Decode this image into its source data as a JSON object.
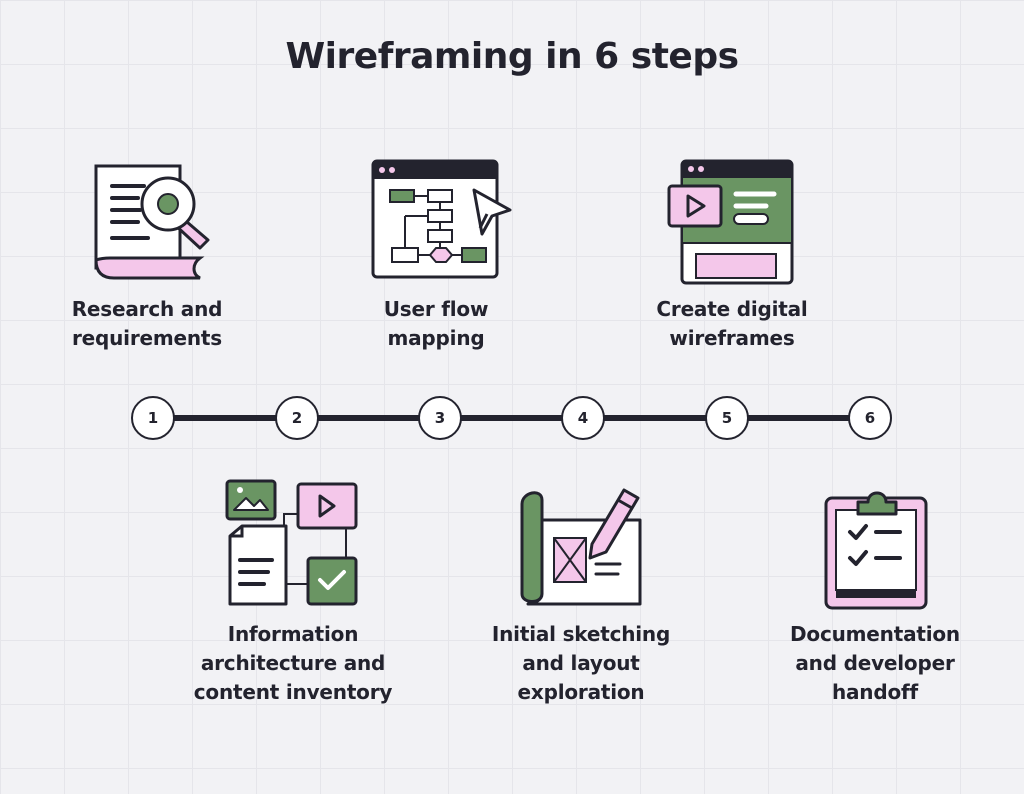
{
  "title": "Wireframing in 6 steps",
  "steps": [
    {
      "number": "1",
      "label_lines": [
        "Research and",
        "requirements"
      ],
      "icon": "magnifier-document-icon"
    },
    {
      "number": "2",
      "label_lines": [
        "Information",
        "architecture and",
        "content inventory"
      ],
      "icon": "content-inventory-icon"
    },
    {
      "number": "3",
      "label_lines": [
        "User flow",
        "mapping"
      ],
      "icon": "flowchart-window-icon"
    },
    {
      "number": "4",
      "label_lines": [
        "Initial sketching",
        "and layout",
        "exploration"
      ],
      "icon": "sketch-blueprint-icon"
    },
    {
      "number": "5",
      "label_lines": [
        "Create digital",
        "wireframes"
      ],
      "icon": "browser-wireframe-icon"
    },
    {
      "number": "6",
      "label_lines": [
        "Documentation",
        "and developer",
        "handoff"
      ],
      "icon": "clipboard-checklist-icon"
    }
  ],
  "colors": {
    "ink": "#23232e",
    "green": "#6a9563",
    "pink": "#f4c7ea",
    "background": "#f2f2f5"
  }
}
